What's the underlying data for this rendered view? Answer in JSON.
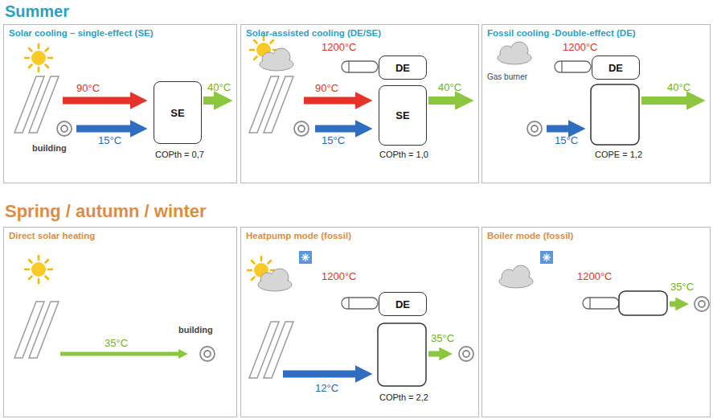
{
  "diagram": {
    "nodes": [
      {
        "text": [
          "Solar cooling – single-effect (SE)"
        ]
      },
      {
        "text": [
          "SE"
        ],
        "in": 0
      },
      {
        "text": [
          "Solar-assisted cooling (DE/SE)"
        ]
      },
      {
        "text": [
          "DE"
        ],
        "in": 2
      },
      {
        "text": [
          "SE"
        ],
        "in": 2
      },
      {
        "text": [
          "Fossil cooling -Double-effect (DE)"
        ]
      },
      {
        "text": [
          "DE"
        ],
        "in": 5
      },
      {
        "text": [
          "Direct solar heating"
        ]
      },
      {
        "text": [
          "Heatpump mode (fossil)"
        ]
      },
      {
        "text": [
          "DE"
        ],
        "in": 8
      },
      {
        "text": [
          "Boiler mode (fossil)"
        ]
      }
    ],
    "labels": [
      "Summer",
      "90°C",
      "40°C",
      "15°C",
      "building",
      "COPth = 0,7",
      "1200°C",
      "90°C",
      "40°C",
      "15°C",
      "COPth = 1,0",
      "1200°C",
      "Gas burner",
      "40°C",
      "15°C",
      "COPE = 1,2",
      "Spring / autumn / winter",
      "35°C",
      "building",
      "1200°C",
      "35°C",
      "12°C",
      "COPth = 2,2",
      "1200°C",
      "35°C"
    ]
  }
}
